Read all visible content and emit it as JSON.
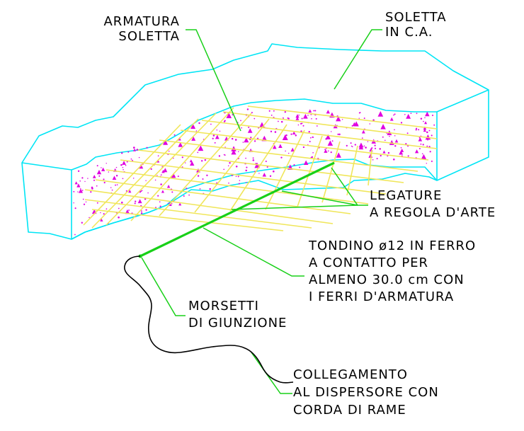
{
  "labels": {
    "armatura_soletta": [
      "ARMATURA",
      "SOLETTA"
    ],
    "soletta_ca": [
      "SOLETTA",
      "IN  C.A."
    ],
    "legature": [
      "LEGATURE",
      "A  REGOLA  D'ARTE"
    ],
    "tondino": [
      "TONDINO  ø12  IN  FERRO",
      "A  CONTATTO  PER",
      "ALMENO  30.0  cm  CON",
      "I  FERRI  D'ARMATURA"
    ],
    "morsetti": [
      "MORSETTI",
      "DI  GIUNZIONE"
    ],
    "collegamento": [
      "COLLEGAMENTO",
      "AL  DISPERSORE  CON",
      "CORDA  DI  RAME"
    ]
  },
  "colors": {
    "slab_outline": "#00e5f5",
    "concrete_dots": "#e000e0",
    "rebar": "#f0e65a",
    "grounding_rod": "#18d018",
    "leader": "#18d018",
    "cable": "#000000",
    "text": "#000000"
  }
}
